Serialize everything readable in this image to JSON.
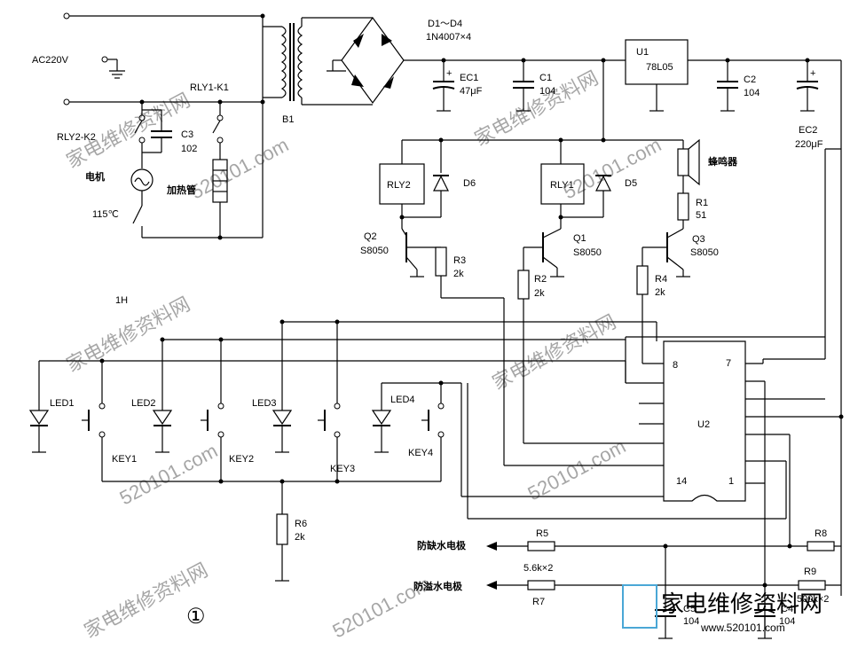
{
  "power": {
    "ac_label": "AC220V",
    "transformer": "B1",
    "bridge_label": "D1～D4",
    "bridge_value": "1N4007×4"
  },
  "caps": {
    "ec1_name": "EC1",
    "ec1_val": "47μF",
    "c1_name": "C1",
    "c1_val": "104",
    "c2_name": "C2",
    "c2_val": "104",
    "ec2_name": "EC2",
    "ec2_val": "220μF",
    "c3_name": "C3",
    "c3_val": "102",
    "c4_name": "C4",
    "c4_val": "104",
    "c5_name": "C5",
    "c5_val": "104"
  },
  "regulator": {
    "name": "U1",
    "model": "78L05"
  },
  "relays": {
    "rly1_k1": "RLY1-K1",
    "rly2_k2": "RLY2-K2",
    "rly1": "RLY1",
    "rly2": "RLY2"
  },
  "loads": {
    "motor": "电机",
    "thermal": "115℃",
    "heater": "加热管",
    "buzzer": "蜂鸣器"
  },
  "diodes": {
    "d5": "D5",
    "d6": "D6"
  },
  "transistors": {
    "q1_name": "Q1",
    "q1_type": "S8050",
    "q2_name": "Q2",
    "q2_type": "S8050",
    "q3_name": "Q3",
    "q3_type": "S8050"
  },
  "resistors": {
    "r1_name": "R1",
    "r1_val": "51",
    "r2_name": "R2",
    "r2_val": "2k",
    "r3_name": "R3",
    "r3_val": "2k",
    "r4_name": "R4",
    "r4_val": "2k",
    "r5_name": "R5",
    "r6_name": "R6",
    "r6_val": "2k",
    "r7_name": "R7",
    "r57_val": "5.6k×2",
    "r8_name": "R8",
    "r9_name": "R9",
    "r89_val": "500k×2"
  },
  "panel": {
    "section": "1H",
    "led1": "LED1",
    "led2": "LED2",
    "led3": "LED3",
    "led4": "LED4",
    "key1": "KEY1",
    "key2": "KEY2",
    "key3": "KEY3",
    "key4": "KEY4"
  },
  "ic": {
    "name": "U2",
    "pin8": "8",
    "pin7": "7",
    "pin14": "14",
    "pin1": "1"
  },
  "electrodes": {
    "low": "防缺水电极",
    "over": "防溢水电极"
  },
  "figure_number": "①",
  "watermarks": {
    "cn": "家电维修资料网",
    "url": "520101.com",
    "footer": "家电维修资料网",
    "footer_url": "www.520101.com"
  }
}
